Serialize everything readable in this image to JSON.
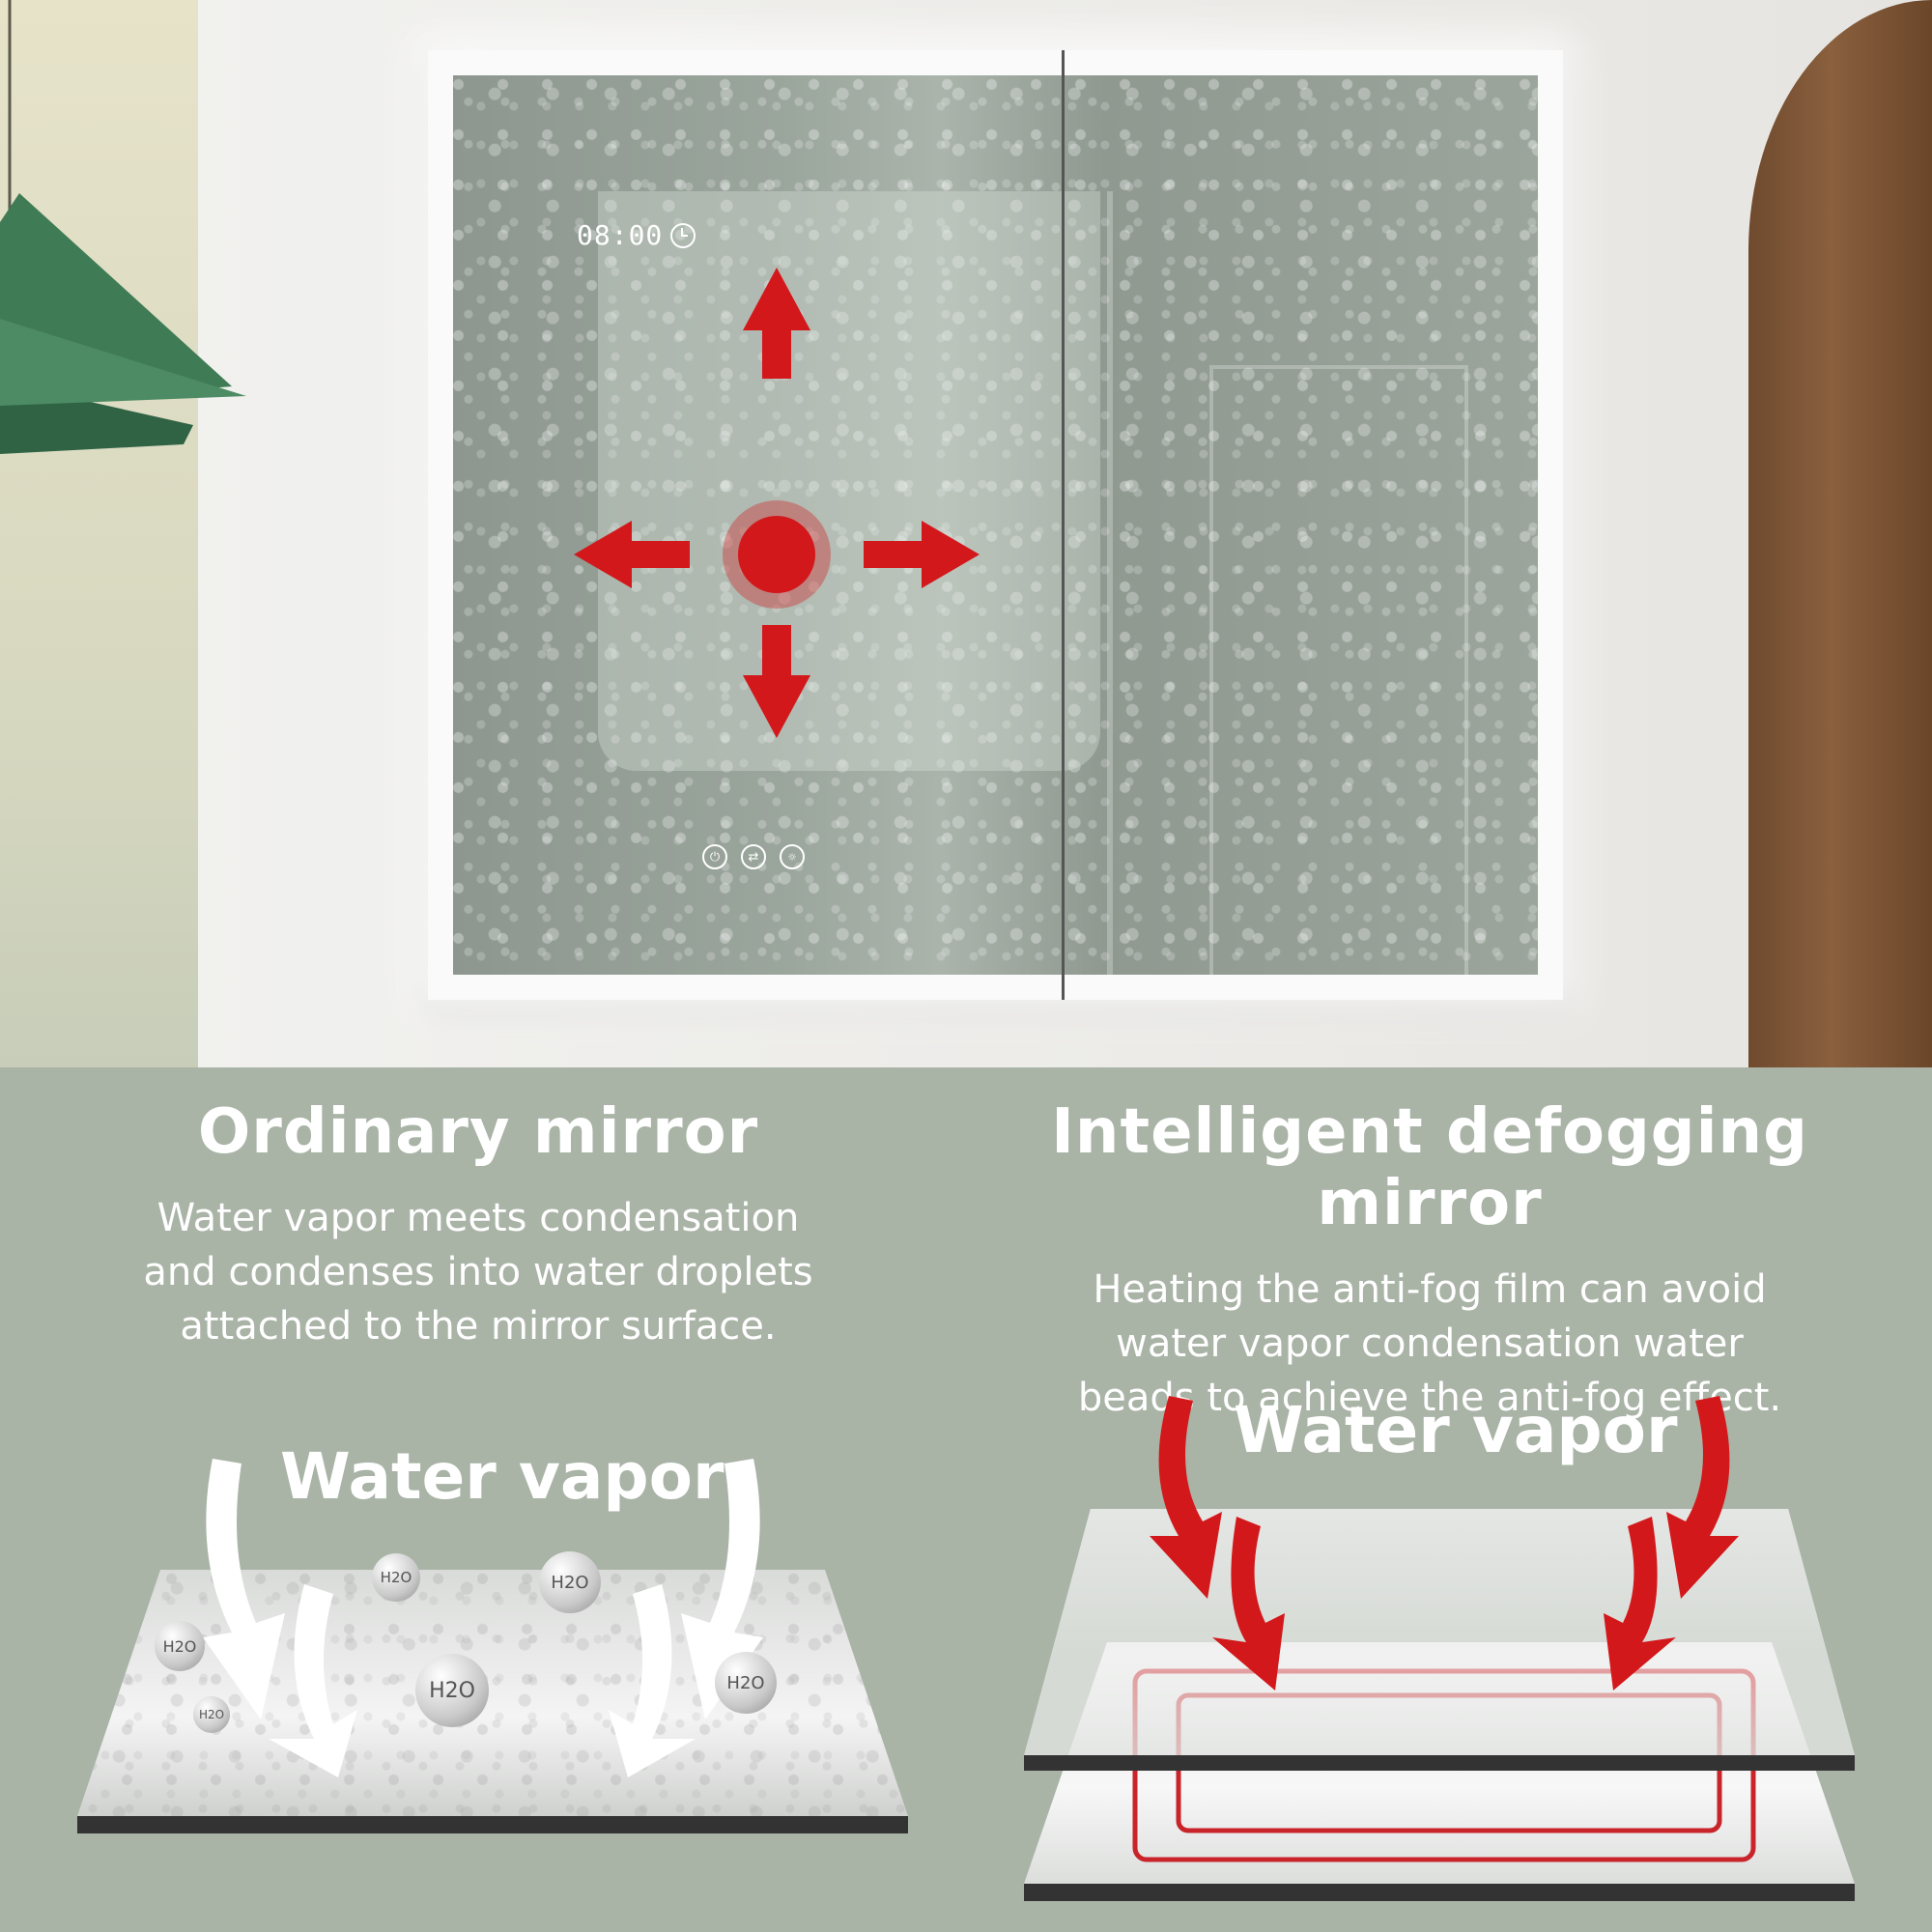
{
  "mirror": {
    "clock": "08:00",
    "touch_icons": [
      "power-icon",
      "swap-icon",
      "dimmer-icon"
    ]
  },
  "ordinary": {
    "title": "Ordinary mirror",
    "description_lines": [
      "Water vapor meets condensation",
      "and condenses into water droplets",
      "attached to the mirror surface."
    ],
    "vapor_label": "Water vapor",
    "molecules": [
      "H2O",
      "H2O",
      "H2O",
      "H2O",
      "H2O",
      "H2O"
    ]
  },
  "intelligent": {
    "title": "Intelligent defogging mirror",
    "description_lines": [
      "Heating the anti-fog film can avoid",
      "water vapor condensation water",
      "beads to achieve the anti-fog effect."
    ],
    "vapor_label": "Water vapor"
  },
  "colors": {
    "accent_red": "#d3181b",
    "heating_line": "#c8242a",
    "overlay_green": "#a7b2a4",
    "frame_light": "#ffffff",
    "lamp_green": "#3e7d55"
  }
}
